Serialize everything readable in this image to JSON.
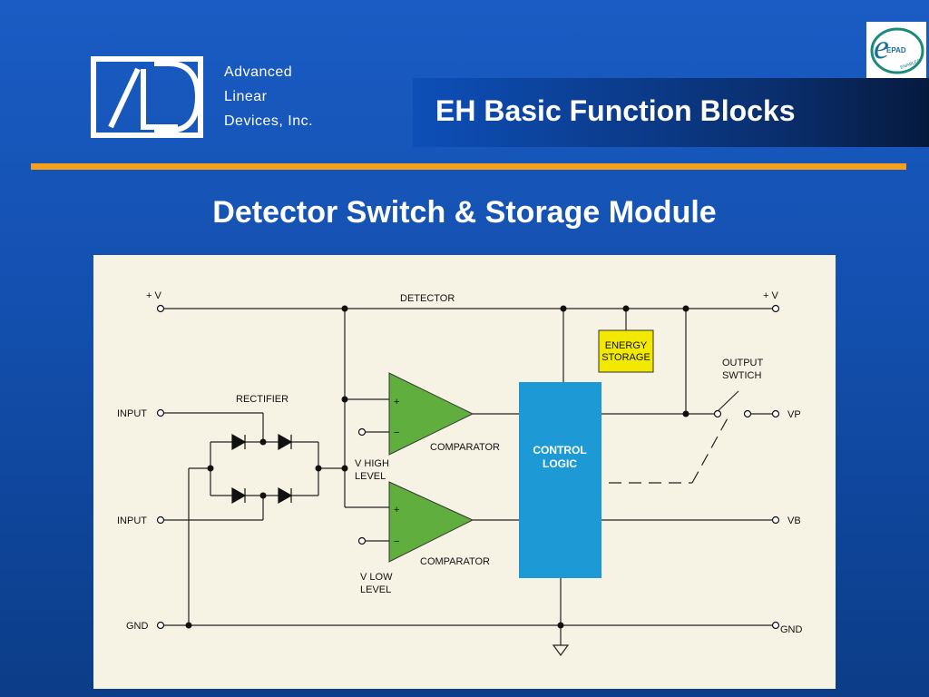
{
  "header": {
    "company": [
      "Advanced",
      "Linear",
      "Devices, Inc."
    ],
    "logo": "ALD",
    "title": "EH Basic Function Blocks",
    "badge": {
      "main": "EPAD",
      "ring": "ENABLED"
    }
  },
  "subtitle": "Detector Switch & Storage Module",
  "diagram": {
    "vplus_left": "+ V",
    "vplus_right": "+ V",
    "detector": "DETECTOR",
    "rectifier": "RECTIFIER",
    "input1": "INPUT",
    "input2": "INPUT",
    "gnd_left": "GND",
    "gnd_right": "GND",
    "plus": "+",
    "minus": "−",
    "comparator1": "COMPARATOR",
    "comparator2": "COMPARATOR",
    "vhigh": [
      "V HIGH",
      "LEVEL"
    ],
    "vlow": [
      "V LOW",
      "LEVEL"
    ],
    "control_logic": [
      "CONTROL",
      "LOGIC"
    ],
    "energy_storage": [
      "ENERGY",
      "STORAGE"
    ],
    "output_switch": [
      "OUTPUT",
      "SWTICH"
    ],
    "vp": "VP",
    "vb": "VB"
  },
  "colors": {
    "background": "#134fae",
    "accent_rule": "#f5a21a",
    "comparator_fill": "#5fae3e",
    "control_logic_fill": "#1d9ad6",
    "energy_storage_fill": "#f2e800",
    "diagram_bg": "#f6f2e4"
  }
}
